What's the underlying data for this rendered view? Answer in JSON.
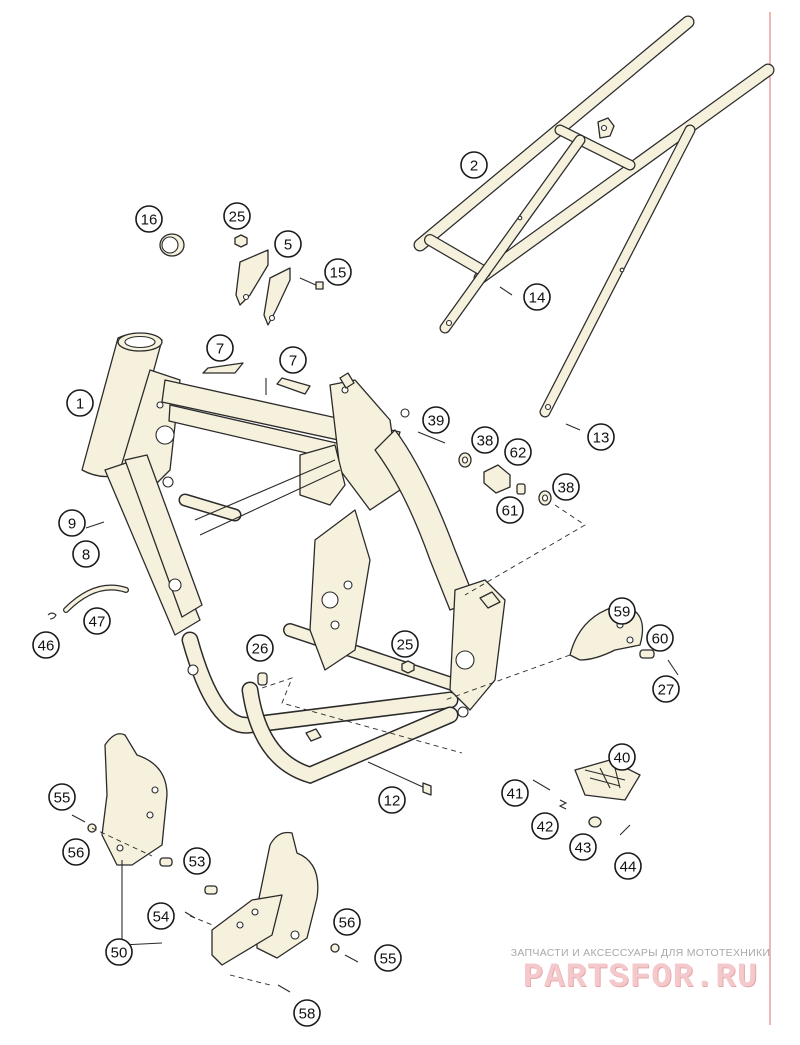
{
  "callouts": [
    "1",
    "2",
    "5",
    "7",
    "7",
    "8",
    "9",
    "12",
    "13",
    "14",
    "15",
    "16",
    "25",
    "25",
    "26",
    "27",
    "38",
    "38",
    "39",
    "40",
    "41",
    "42",
    "43",
    "44",
    "46",
    "47",
    "50",
    "53",
    "54",
    "55",
    "55",
    "56",
    "56",
    "58",
    "59",
    "60",
    "61",
    "62"
  ],
  "watermark": {
    "caption": "ЗАПЧАСТИ И АКСЕССУАРЫ ДЛЯ МОТОТЕХНИКИ",
    "brand": "PARTSFOR.RU"
  },
  "colors": {
    "part_fill": "#f6f1dc",
    "line": "#2b2b2b",
    "margin_line": "#e06b6b",
    "watermark": "#f4c9cc"
  }
}
